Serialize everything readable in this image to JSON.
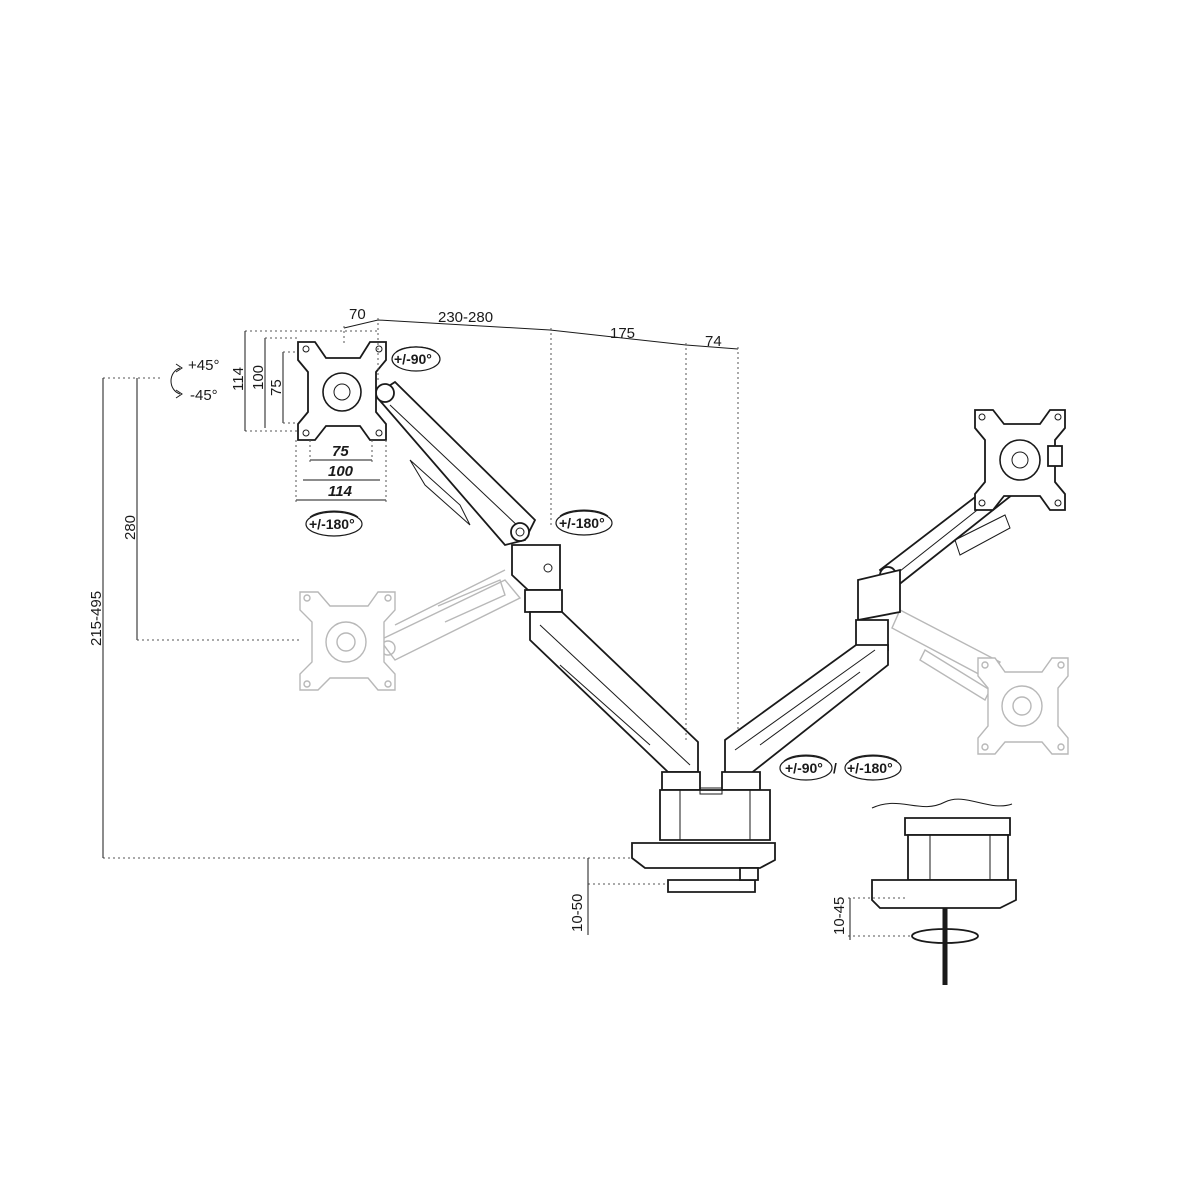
{
  "dimensions": {
    "offset_top": "70",
    "arm_reach": "230-280",
    "upper_segment": "175",
    "pole_offset": "74",
    "vesa_height_outer": "114",
    "vesa_height_mid": "100",
    "vesa_height_inner": "75",
    "vesa_width_inner": "75",
    "vesa_width_mid": "100",
    "vesa_width_outer": "114",
    "height_travel": "280",
    "total_height": "215-495",
    "clamp_thickness": "10-50",
    "grommet_thickness": "10-45"
  },
  "rotations": {
    "tilt_up": "+45°",
    "tilt_down": "-45°",
    "head_swivel": "+/-90°",
    "head_rotate": "+/-180°",
    "elbow_rotate": "+/-180°",
    "base_swivel": "+/-90°",
    "base_separator": "/",
    "base_rotate": "+/-180°"
  },
  "icons": {
    "tilt": "curved-arrow-icon",
    "rotation": "rotation-arrow-icon"
  }
}
